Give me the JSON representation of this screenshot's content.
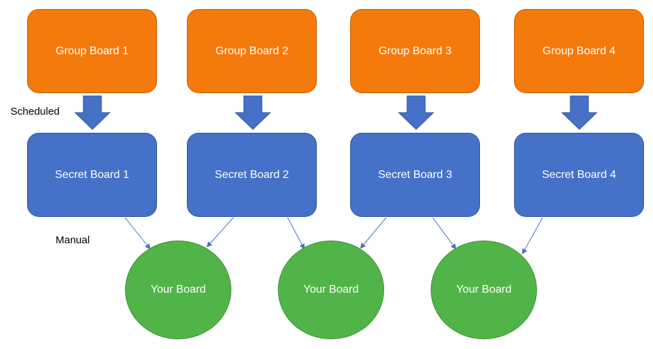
{
  "group_boards": [
    {
      "label": "Group Board 1"
    },
    {
      "label": "Group Board 2"
    },
    {
      "label": "Group Board 3"
    },
    {
      "label": "Group Board 4"
    }
  ],
  "secret_boards": [
    {
      "label": "Secret Board 1"
    },
    {
      "label": "Secret Board 2"
    },
    {
      "label": "Secret Board 3"
    },
    {
      "label": "Secret Board 4"
    }
  ],
  "your_boards": [
    {
      "label": "Your Board"
    },
    {
      "label": "Your Board"
    },
    {
      "label": "Your Board"
    }
  ],
  "labels": {
    "scheduled": "Scheduled",
    "manual": "Manual"
  },
  "colors": {
    "group_fill": "#f47a0b",
    "secret_fill": "#4571c8",
    "your_fill": "#51b448",
    "arrow_fill": "#4571c8",
    "connector": "#4571c8"
  },
  "connections": [
    {
      "from": "secret_boards.0",
      "to": "your_boards.0"
    },
    {
      "from": "secret_boards.1",
      "to": "your_boards.0"
    },
    {
      "from": "secret_boards.1",
      "to": "your_boards.1"
    },
    {
      "from": "secret_boards.2",
      "to": "your_boards.1"
    },
    {
      "from": "secret_boards.2",
      "to": "your_boards.2"
    },
    {
      "from": "secret_boards.3",
      "to": "your_boards.2"
    }
  ]
}
